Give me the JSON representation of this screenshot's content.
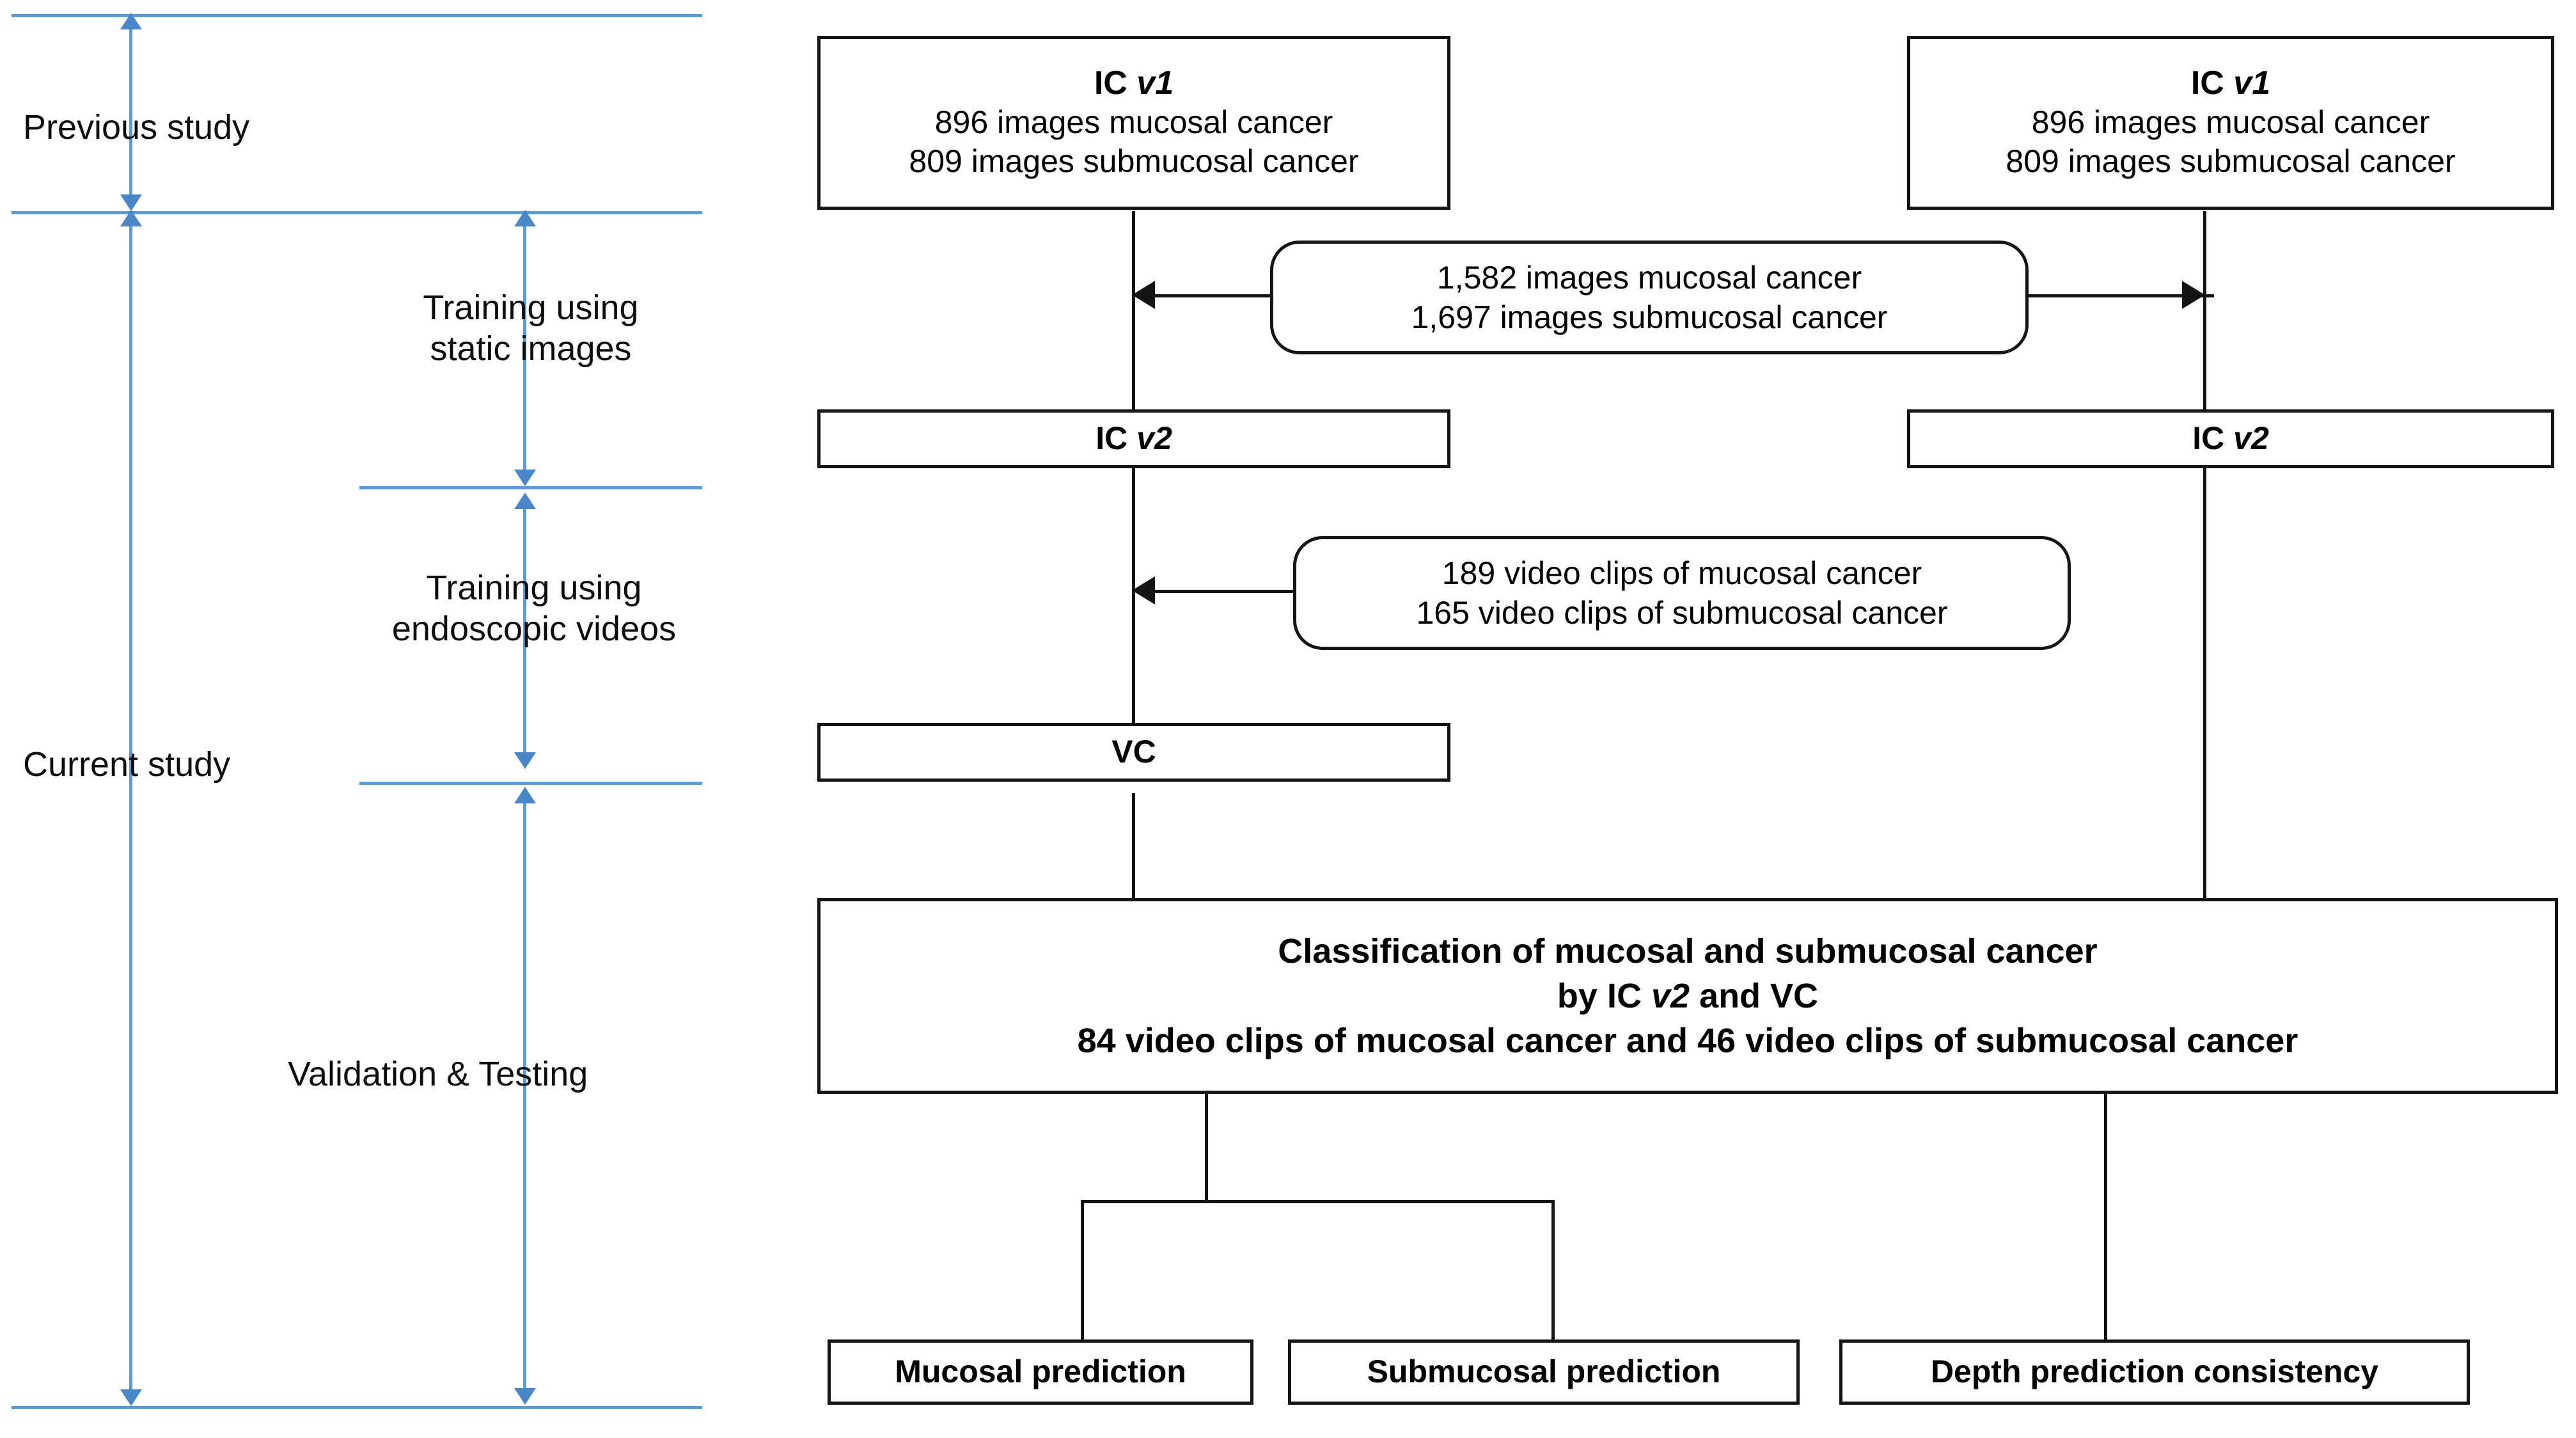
{
  "figure": {
    "type": "flowchart",
    "title": "Study design flow diagram",
    "accent_color": "#5b9bd5",
    "line_color": "#141414"
  },
  "timeline": {
    "phases": [
      {
        "id": "previous-study",
        "label": "Previous study"
      },
      {
        "id": "current-study",
        "label": "Current study"
      }
    ],
    "stages": [
      {
        "id": "training-static",
        "line1": "Training using",
        "line2": "static images"
      },
      {
        "id": "training-video",
        "line1": "Training using",
        "line2": "endoscopic videos"
      },
      {
        "id": "validation-testing",
        "line1": "Validation & Testing",
        "line2": ""
      }
    ]
  },
  "nodes": {
    "ic_v1_left": {
      "title_main": "IC ",
      "title_version": "v1",
      "line1": "896 images mucosal cancer",
      "line2": "809 images submucosal cancer"
    },
    "ic_v1_right": {
      "title_main": "IC ",
      "title_version": "v1",
      "line1": "896 images mucosal cancer",
      "line2": "809 images submucosal cancer"
    },
    "ic_v2_left": {
      "title_main": "IC ",
      "title_version": "v2"
    },
    "ic_v2_right": {
      "title_main": "IC ",
      "title_version": "v2"
    },
    "vc": {
      "title_main": "VC",
      "title_version": ""
    },
    "classification": {
      "line1": "Classification of mucosal and submucosal cancer",
      "line2_pre": "by IC ",
      "line2_ver": "v2",
      "line2_post": " and VC",
      "line3": "84 video clips of mucosal cancer and 46 video clips of submucosal cancer"
    },
    "mucosal_prediction": {
      "label": "Mucosal prediction"
    },
    "submucosal_prediction": {
      "label": "Submucosal prediction"
    },
    "depth_consistency": {
      "label": "Depth prediction consistency"
    }
  },
  "callouts": {
    "static_images": {
      "line1": "1,582 images mucosal cancer",
      "line2": "1,697 images submucosal cancer"
    },
    "video_clips": {
      "line1": "189 video clips of mucosal cancer",
      "line2": "165 video clips of submucosal cancer"
    }
  }
}
